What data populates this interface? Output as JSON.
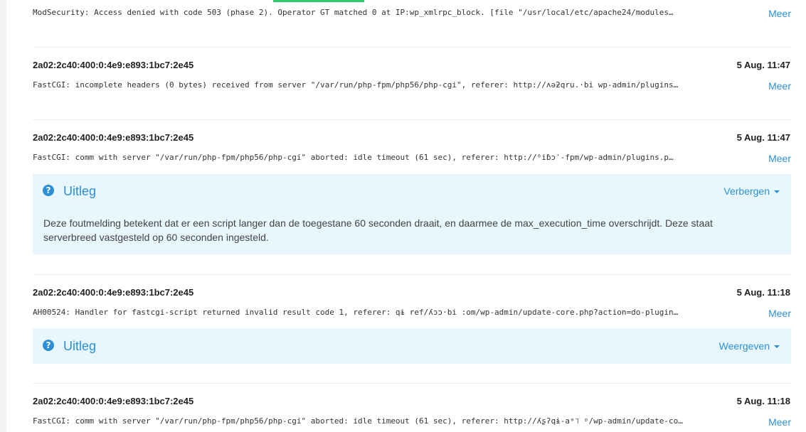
{
  "entries": [
    {
      "ip": "",
      "time": "",
      "message": "ModSecurity: Access denied with code 503 (phase 2). Operator GT matched 0 at IP:wp_xmlrpc_block. [file \"/usr/local/etc/apache24/modules…",
      "more_label": "Meer"
    },
    {
      "ip": "2a02:2c40:400:0:4e9:e893:1bc7:2e45",
      "time": "5 Aug. 11:47",
      "message": "FastCGI: incomplete headers (0 bytes) received from server \"/var/run/php-fpm/php56/php-cgi\", referer: http://ʌəƻqru.·bi  wp-admin/plugins…",
      "more_label": "Meer"
    },
    {
      "ip": "2a02:2c40:400:0:4e9:e893:1bc7:2e45",
      "time": "5 Aug. 11:47",
      "message": "FastCGI: comm with server \"/var/run/php-fpm/php56/php-cgi\" aborted: idle timeout (61 sec), referer: http://ᶞiɓɔʾ-fpm/wp-admin/plugins.p…",
      "more_label": "Meer"
    },
    {
      "ip": "2a02:2c40:400:0:4e9:e893:1bc7:2e45",
      "time": "5 Aug. 11:18",
      "message": "AH00524: Handler for fastcgi-script returned invalid result code 1, referer: qɨ  ref/ʎɔɔ·bi  :om/wp-admin/update-core.php?action=do-plugin…",
      "more_label": "Meer"
    },
    {
      "ip": "2a02:2c40:400:0:4e9:e893:1bc7:2e45",
      "time": "5 Aug. 11:18",
      "message": "FastCGI: comm with server \"/var/run/php-fpm/php56/php-cgi\" aborted: idle timeout (61 sec), referer: http://ʎʂʔqɨ-aᵊ˥  ᵖ/wp-admin/update-co…",
      "more_label": "Meer"
    }
  ],
  "explanations": [
    {
      "title": "Uitleg",
      "toggle_label": "Verbergen",
      "expanded": true,
      "body": "Deze foutmelding betekent dat er een script langer dan de toegestane 60 seconden draait, en daarmee de max_execution_time overschrijdt. Deze staat serverbreed vastgesteld op 60 seconden ingesteld."
    },
    {
      "title": "Uitleg",
      "toggle_label": "Weergeven",
      "expanded": false,
      "body": ""
    }
  ],
  "colors": {
    "accent": "#2b8fd6",
    "panel_background": "#e8f6fd",
    "tab_indicator": "#2ecc71"
  },
  "icons": {
    "help": "question-circle-icon",
    "toggle": "caret-down-icon"
  }
}
